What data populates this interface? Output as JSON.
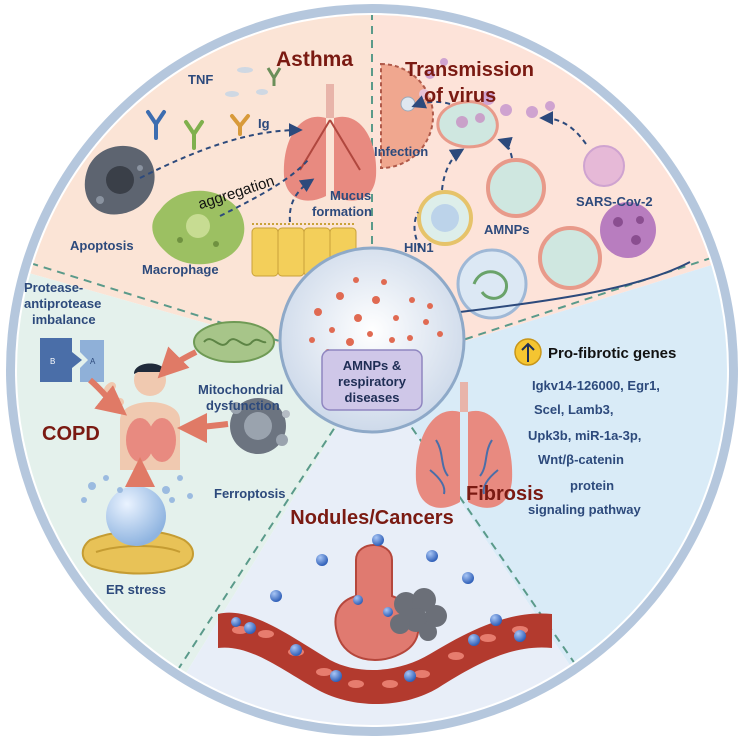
{
  "center": {
    "line1": "AMNPs &",
    "line2": "respiratory",
    "line3": "diseases"
  },
  "asthma": {
    "title": "Asthma",
    "tnf": "TNF",
    "ig": "Ig",
    "aggregation": "aggregation",
    "mucus1": "Mucus",
    "mucus2": "formation",
    "apoptosis": "Apoptosis",
    "macrophage": "Macrophage"
  },
  "virus": {
    "title1": "Transmission",
    "title2": "of virus",
    "infection": "Infection",
    "amnps": "AMNPs",
    "sars": "SARS-Cov-2",
    "h1n1": "HIN1"
  },
  "copd": {
    "title": "COPD",
    "protease1": "Protease-",
    "protease2": "antiprotease",
    "protease3": "imbalance",
    "mito1": "Mitochondrial",
    "mito2": "dysfunction",
    "ferroptosis": "Ferroptosis",
    "er": "ER stress",
    "puzzle_b": "B",
    "puzzle_a": "A"
  },
  "fibrosis": {
    "title": "Fibrosis",
    "genes_header": "Pro-fibrotic genes",
    "line1": "Igkv14-126000, Egr1,",
    "line2": "Scel, Lamb3,",
    "line3": "Upk3b,  miR-1a-3p,",
    "line4": "Wnt/β-catenin",
    "line5": "protein",
    "line6": "signaling pathway"
  },
  "nodules": {
    "title": "Nodules/Cancers"
  },
  "colors": {
    "title_red": "#7a1a12",
    "label_blue": "#2d4a7c",
    "divider": "#5a9a8a",
    "ring": "#8ea9c8"
  }
}
